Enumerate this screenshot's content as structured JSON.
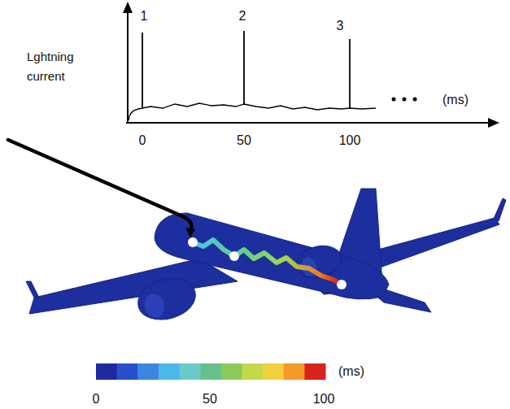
{
  "diagram": {
    "labels": [
      "Lghtning current",
      "1",
      "2",
      "3",
      "(ms)",
      "0",
      "50",
      "100",
      "0",
      "50",
      "100",
      "(ms)"
    ]
  }
}
